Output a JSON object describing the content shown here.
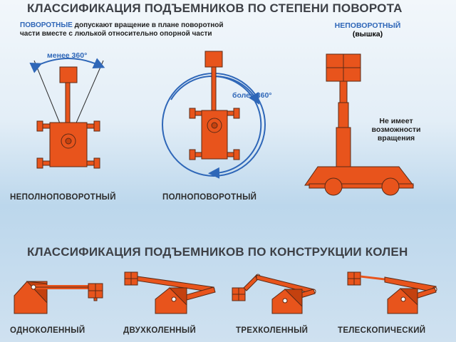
{
  "title_rotation": "КЛАССИФИКАЦИЯ ПОДЪЕМНИКОВ ПО СТЕПЕНИ ПОВОРОТА",
  "rotating": {
    "keyword": "ПОВОРОТНЫЕ",
    "desc_line1": "допускают вращение в плане поворотной",
    "desc_line2": "части вместе с люлькой относительно опорной части"
  },
  "non_rotating": {
    "keyword": "НЕПОВОРОТНЫЙ",
    "sub": "(вышка)",
    "note_line1": "Не имеет",
    "note_line2": "возможности",
    "note_line3": "вращения"
  },
  "angles": {
    "less": "менее 360°",
    "more": "более 360°"
  },
  "types_rotation": {
    "partial": "НЕПОЛНОПОВОРОТНЫЙ",
    "full": "ПОЛНОПОВОРОТНЫЙ"
  },
  "title_construction": "КЛАССИФИКАЦИЯ ПОДЪЕМНИКОВ ПО КОНСТРУКЦИИ КОЛЕН",
  "types_construction": {
    "one": "ОДНОКОЛЕННЫЙ",
    "two": "ДВУХКОЛЕННЫЙ",
    "three": "ТРЕХКОЛЕННЫЙ",
    "telescopic": "ТЕЛЕСКОПИЧЕСКИЙ"
  },
  "colors": {
    "machine": "#e8541c",
    "outline": "#5a2a16",
    "accent_blue": "#2f67b8",
    "title": "#3d4046"
  }
}
